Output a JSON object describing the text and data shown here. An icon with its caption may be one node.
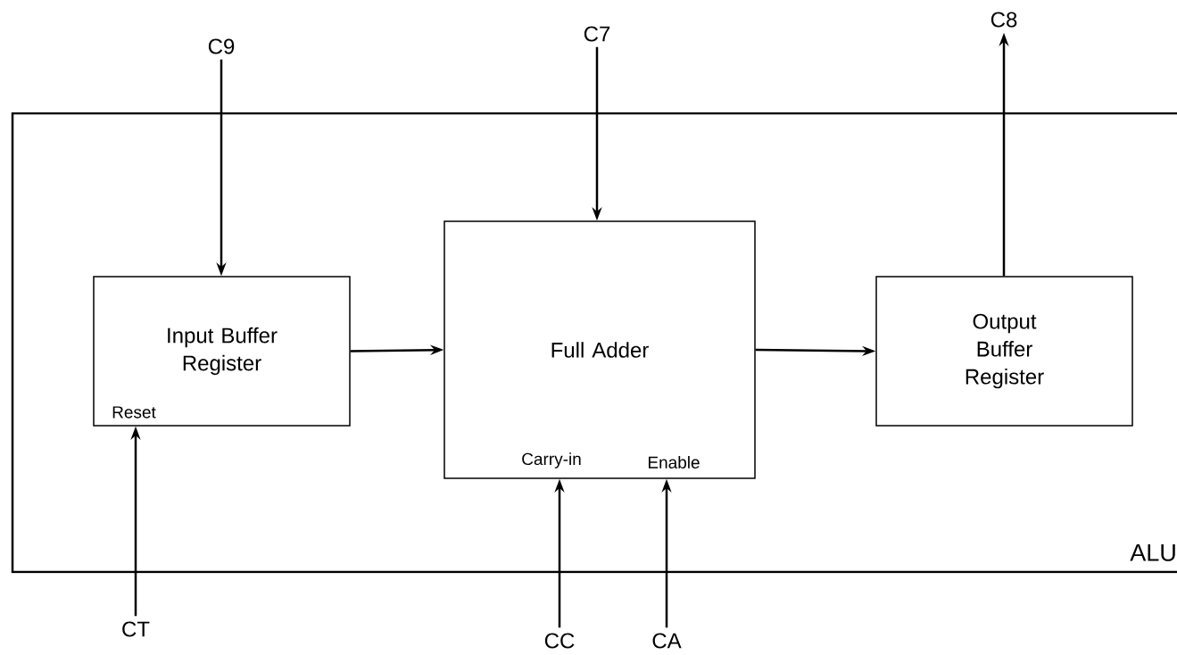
{
  "diagram": {
    "nodes": [
      {
        "text": [
          "ALU"
        ]
      },
      {
        "text": [
          "Input Buffer Register",
          "Reset"
        ],
        "in": 0
      },
      {
        "text": [
          "Full Adder",
          "Carry-in",
          "Enable"
        ],
        "in": 0
      },
      {
        "text": [
          "Output Buffer Register"
        ],
        "in": 0
      },
      {
        "text": [
          "C9"
        ]
      },
      {
        "text": [
          "C7"
        ]
      },
      {
        "text": [
          "C8"
        ]
      },
      {
        "text": [
          "CT"
        ]
      },
      {
        "text": [
          "CC"
        ]
      },
      {
        "text": [
          "CA"
        ]
      }
    ],
    "edges": [
      {
        "from": 4,
        "to": 1,
        "arrow": "to"
      },
      {
        "from": 5,
        "to": 2,
        "arrow": "to"
      },
      {
        "from": 3,
        "to": 6,
        "arrow": "to"
      },
      {
        "from": 1,
        "to": 2,
        "arrow": "to"
      },
      {
        "from": 2,
        "to": 3,
        "arrow": "to"
      },
      {
        "from": 7,
        "to": 1,
        "arrow": "to"
      },
      {
        "from": 8,
        "to": 2,
        "arrow": "to"
      },
      {
        "from": 9,
        "to": 2,
        "arrow": "to"
      }
    ]
  }
}
